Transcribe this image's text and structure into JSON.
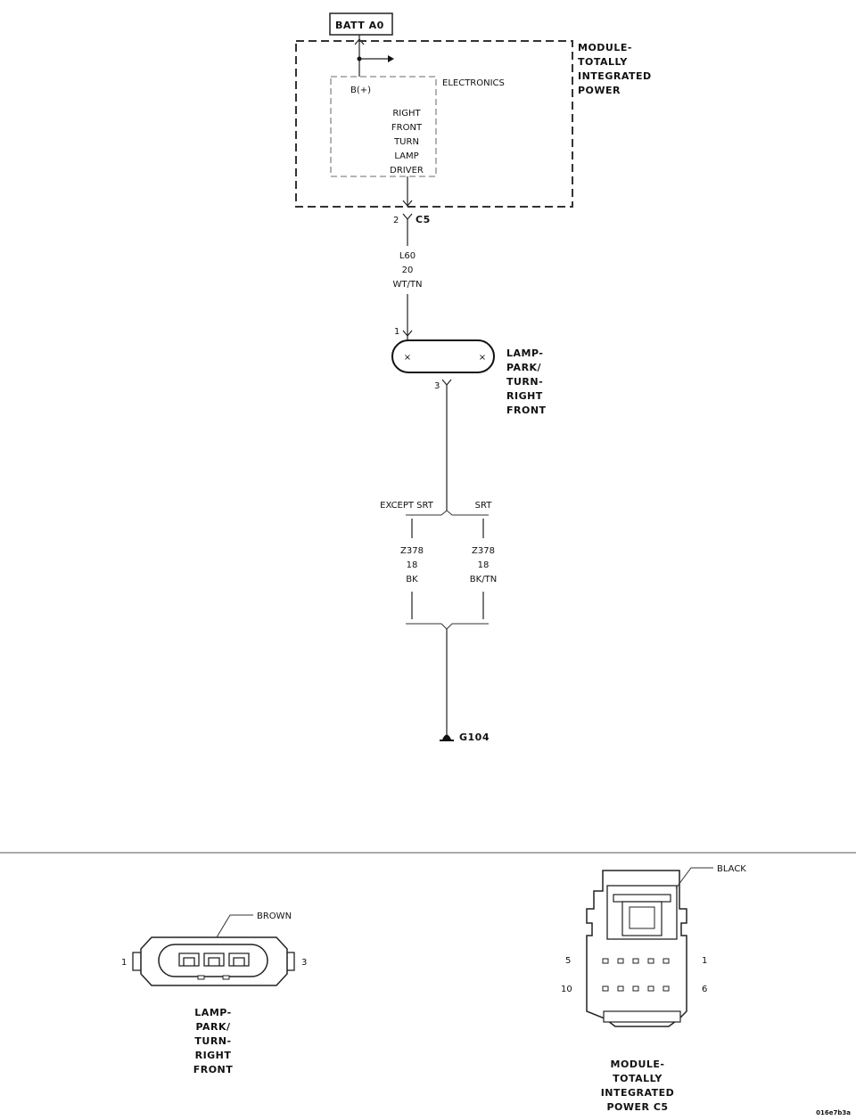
{
  "power_source": "BATT A0",
  "module": {
    "name_lines": [
      "MODULE-",
      "TOTALLY",
      "INTEGRATED",
      "POWER"
    ],
    "electronics_label": "ELECTRONICS",
    "b_plus_label": "B(+)",
    "driver_lines": [
      "RIGHT",
      "FRONT",
      "TURN",
      "LAMP",
      "DRIVER"
    ]
  },
  "module_connector": {
    "pin": "2",
    "name": "C5"
  },
  "circuit_main": {
    "id": "L60",
    "gauge": "20",
    "color": "WT/TN"
  },
  "lamp": {
    "pin_in": "1",
    "pin_out": "3",
    "name_lines": [
      "LAMP-",
      "PARK/",
      "TURN-",
      "RIGHT",
      "FRONT"
    ]
  },
  "branches": [
    {
      "label": "EXCEPT SRT",
      "circuit": "Z378",
      "gauge": "18",
      "color": "BK"
    },
    {
      "label": "SRT",
      "circuit": "Z378",
      "gauge": "18",
      "color": "BK/TN"
    }
  ],
  "ground": "G104",
  "connector_views": {
    "lamp": {
      "color_label": "BROWN",
      "pin_left": "1",
      "pin_right": "3",
      "name_lines": [
        "LAMP-",
        "PARK/",
        "TURN-",
        "RIGHT",
        "FRONT"
      ]
    },
    "module": {
      "color_label": "BLACK",
      "pins": [
        "5",
        "1",
        "10",
        "6"
      ],
      "name_lines": [
        "MODULE-",
        "TOTALLY",
        "INTEGRATED",
        "POWER C5"
      ]
    }
  },
  "figure_id": "016e7b3a"
}
